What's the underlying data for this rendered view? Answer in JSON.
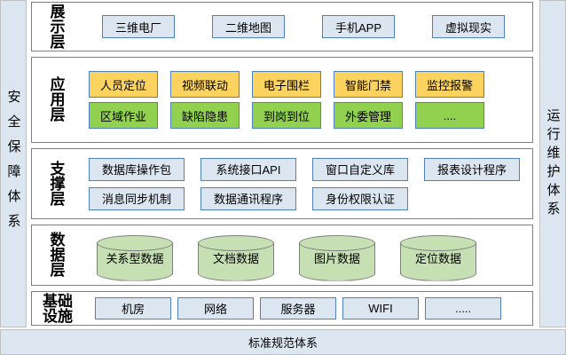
{
  "diagram": {
    "pillars": {
      "left": "安全保障体系",
      "right": "运行维护体系",
      "bottom": "标准规范体系"
    },
    "layers": [
      {
        "name": "display-layer",
        "label": "展示层",
        "label_lines": [
          "展",
          "示",
          "层"
        ],
        "rows": [
          {
            "style": "blue",
            "items": [
              "三维电厂",
              "二维地图",
              "手机APP",
              "虚拟现实"
            ]
          }
        ]
      },
      {
        "name": "application-layer",
        "label": "应用层",
        "label_lines": [
          "应",
          "用",
          "层"
        ],
        "rows": [
          {
            "style": "yellow",
            "items": [
              "人员定位",
              "视频联动",
              "电子围栏",
              "智能门禁",
              "监控报警"
            ]
          },
          {
            "style": "green",
            "items": [
              "区域作业",
              "缺陷隐患",
              "到岗到位",
              "外委管理",
              "...."
            ]
          }
        ]
      },
      {
        "name": "support-layer",
        "label": "支撑层",
        "label_lines": [
          "支",
          "撑",
          "层"
        ],
        "rows": [
          {
            "style": "blue",
            "items": [
              "数据库操作包",
              "系统接口API",
              "窗口自定义库",
              "报表设计程序"
            ]
          },
          {
            "style": "blue",
            "items": [
              "消息同步机制",
              "数据通讯程序",
              "身份权限认证"
            ]
          }
        ]
      },
      {
        "name": "data-layer",
        "label": "数据层",
        "label_lines": [
          "数",
          "据",
          "层"
        ],
        "rows": [
          {
            "style": "cylinder",
            "items": [
              "关系型数据",
              "文档数据",
              "图片数据",
              "定位数据"
            ]
          }
        ]
      },
      {
        "name": "infrastructure-layer",
        "label": "基础设施",
        "label_lines": [
          "基础",
          "设施"
        ],
        "rows": [
          {
            "style": "blue",
            "items": [
              "机房",
              "网络",
              "服务器",
              "WIFI",
              "....."
            ]
          }
        ]
      }
    ],
    "colors": {
      "pillar_bg": "#dce6f1",
      "layer_border": "#7f7f7f",
      "box_border": "#4f81bd",
      "blue_box_bg": "#dce6f1",
      "yellow_box_bg": "#fbd35e",
      "green_box_bg": "#92d050",
      "cylinder_bg": "#c6e0b4",
      "cylinder_border": "#7f7f7f"
    }
  }
}
